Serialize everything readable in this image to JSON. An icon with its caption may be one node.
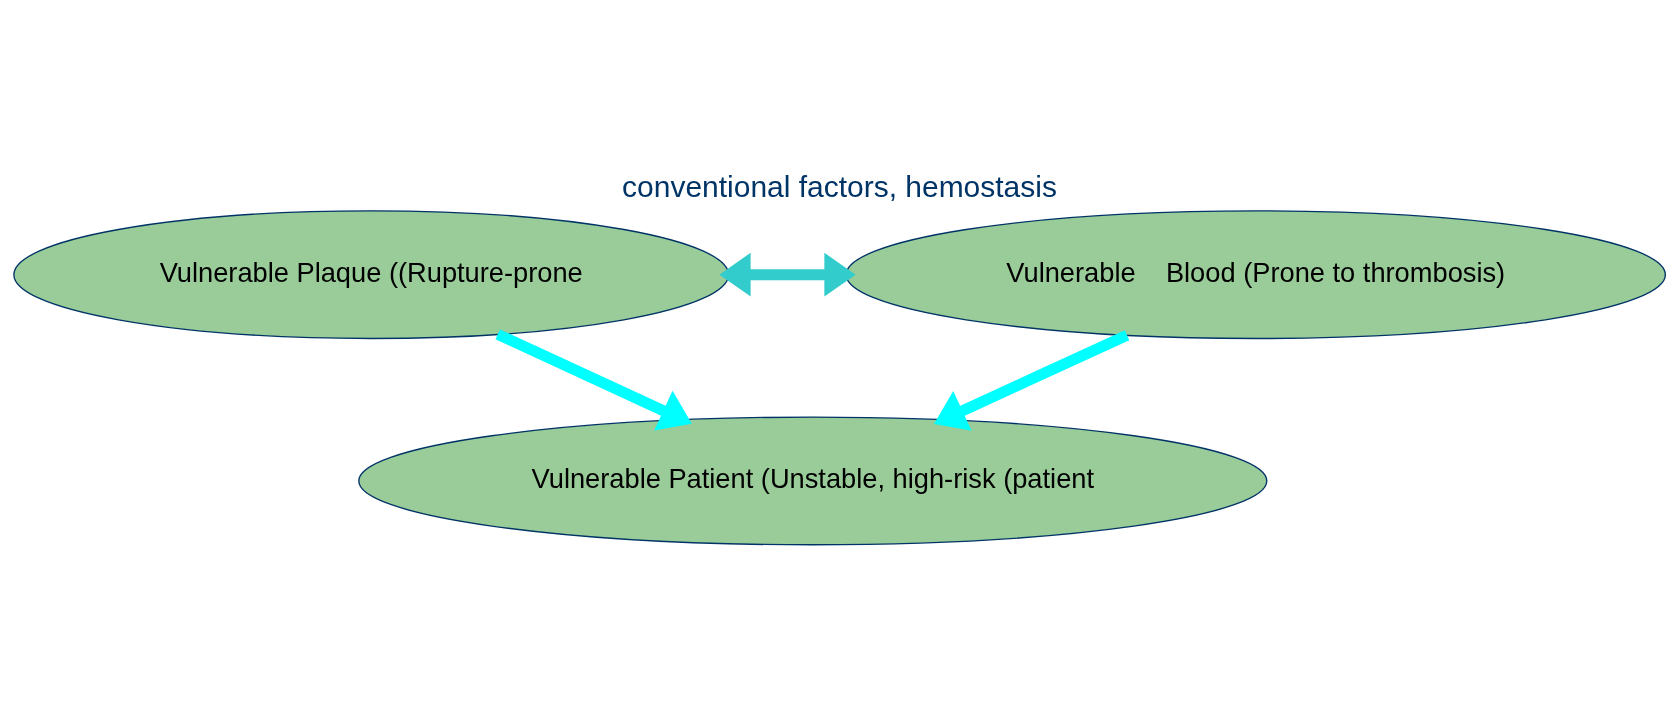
{
  "diagram": {
    "title": "conventional factors, hemostasis",
    "nodes": [
      {
        "text": [
          "Vulnerable Plaque ((Rupture-prone"
        ]
      },
      {
        "text": [
          "Vulnerable    Blood (Prone to thrombosis)"
        ]
      },
      {
        "text": [
          "Vulnerable Patient (Unstable, high-risk (patient"
        ]
      }
    ],
    "edges": [
      {
        "from": 0,
        "to": 1,
        "arrow": "both",
        "color": "#33cccc"
      },
      {
        "from": 0,
        "to": 2,
        "arrow": "to"
      },
      {
        "from": 1,
        "to": 2,
        "arrow": "to"
      }
    ]
  }
}
